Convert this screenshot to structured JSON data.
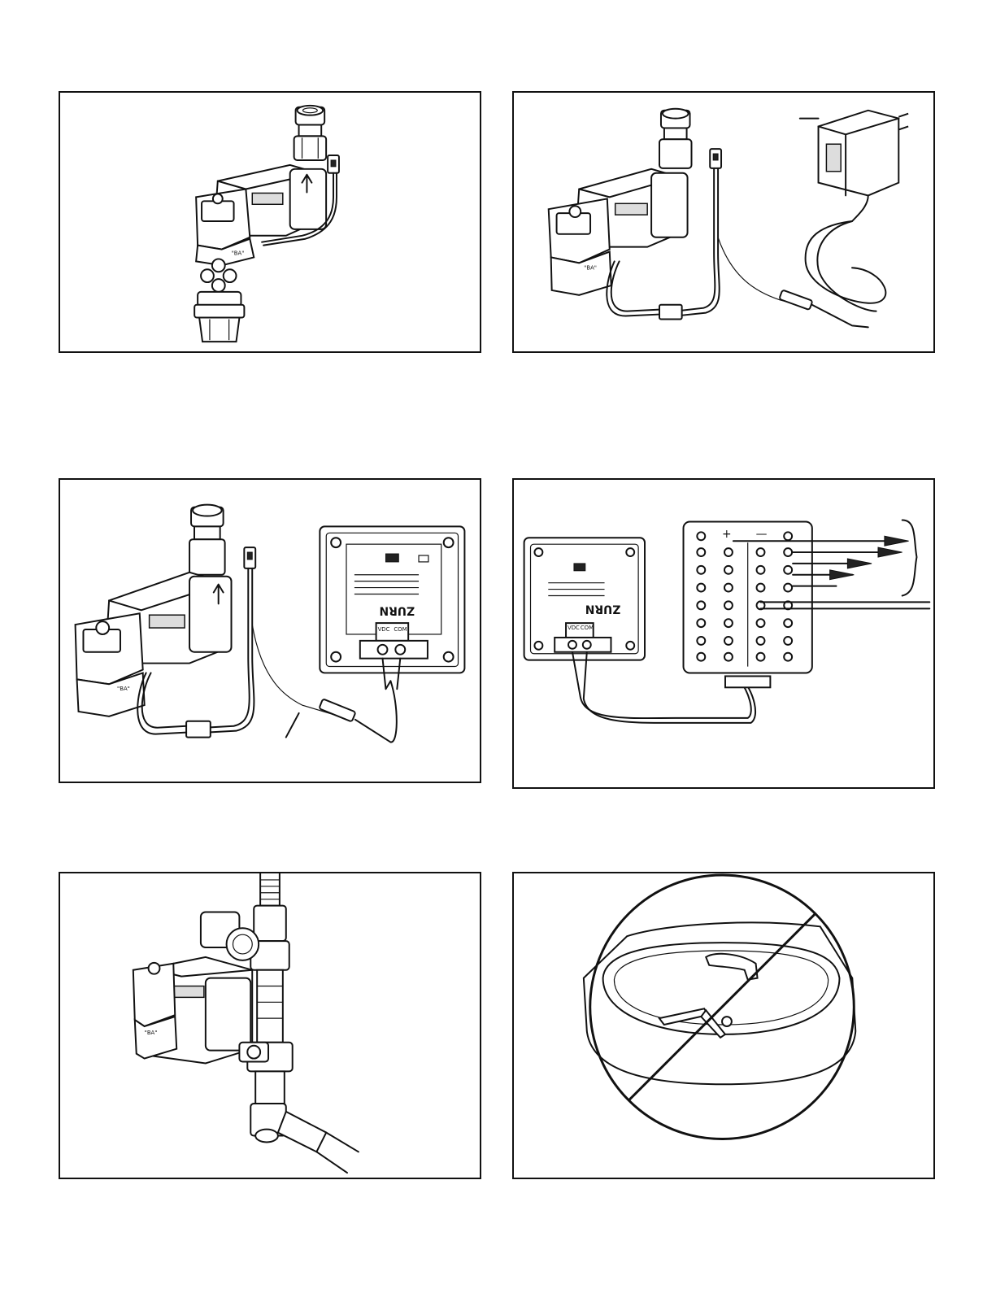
{
  "figures": [
    {
      "id": "fig-valve-disassembled",
      "labels": []
    },
    {
      "id": "fig-valve-plugin-transformer",
      "labels": []
    },
    {
      "id": "fig-valve-power-box",
      "labels": [
        "VDC",
        "COM",
        "ZURN"
      ]
    },
    {
      "id": "fig-power-box-junction",
      "labels": [
        "VDC",
        "COM",
        "ZURN",
        "+",
        "—"
      ]
    },
    {
      "id": "fig-valve-installed-pipe",
      "labels": []
    },
    {
      "id": "fig-no-sink-storage",
      "labels": []
    }
  ],
  "labels": {
    "vdc": "VDC",
    "com": "COM",
    "brand": "ZURN",
    "plus": "+",
    "minus": "—"
  },
  "colors": {
    "line": "#111111",
    "paper": "#ffffff"
  }
}
